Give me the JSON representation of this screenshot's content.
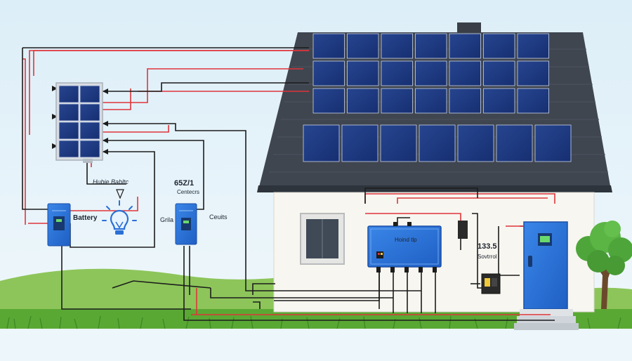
{
  "labels": {
    "solar_panel_caption": "Hubie Babltc",
    "battery": "Battery",
    "reading_value": "65Z/1",
    "reading_caption": "Centecrs",
    "grid": "Grila",
    "circuits": "Ceuits",
    "hub_box": "Hoind tlp",
    "controller_value": "133.5",
    "controller_caption": "Sovtrrol"
  },
  "colors": {
    "sky": "#e6f3fa",
    "roof": "#3f4650",
    "wall": "#f7f6f0",
    "panel": "#1f3a8a",
    "device_blue": "#2b6fd6",
    "wire_red": "#e0343a",
    "wire_black": "#1c1c1c",
    "grass": "#4f9b2f",
    "tree": "#4ea63a"
  },
  "icons": [
    "lightbulb-icon",
    "tree-icon",
    "chimney-icon"
  ]
}
